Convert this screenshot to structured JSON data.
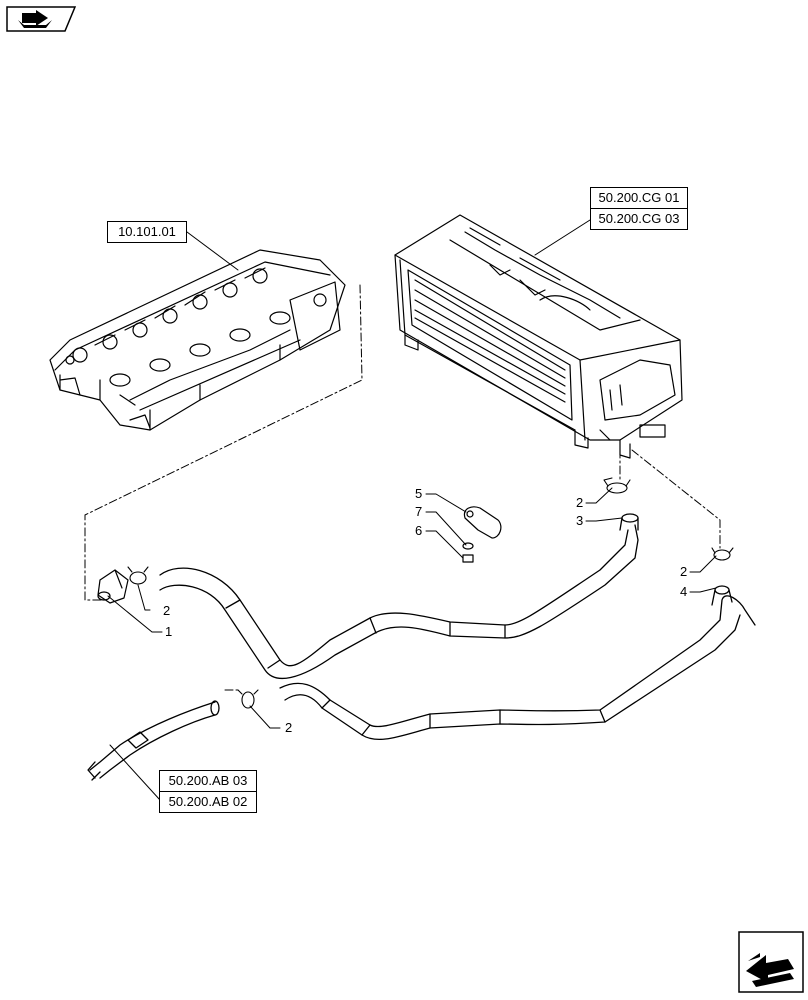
{
  "references": {
    "top_left": "10.101.01",
    "top_right_1": "50.200.CG 01",
    "top_right_2": "50.200.CG 03",
    "bottom_left_1": "50.200.AB 03",
    "bottom_left_2": "50.200.AB 02"
  },
  "callouts": {
    "c1": "1",
    "c2a": "2",
    "c2b": "2",
    "c2c": "2",
    "c2d": "2",
    "c3": "3",
    "c4": "4",
    "c5": "5",
    "c6": "6",
    "c7": "7"
  },
  "icons": {
    "top_left": "book-arrow-icon",
    "bottom_right": "next-page-arrow-icon"
  }
}
